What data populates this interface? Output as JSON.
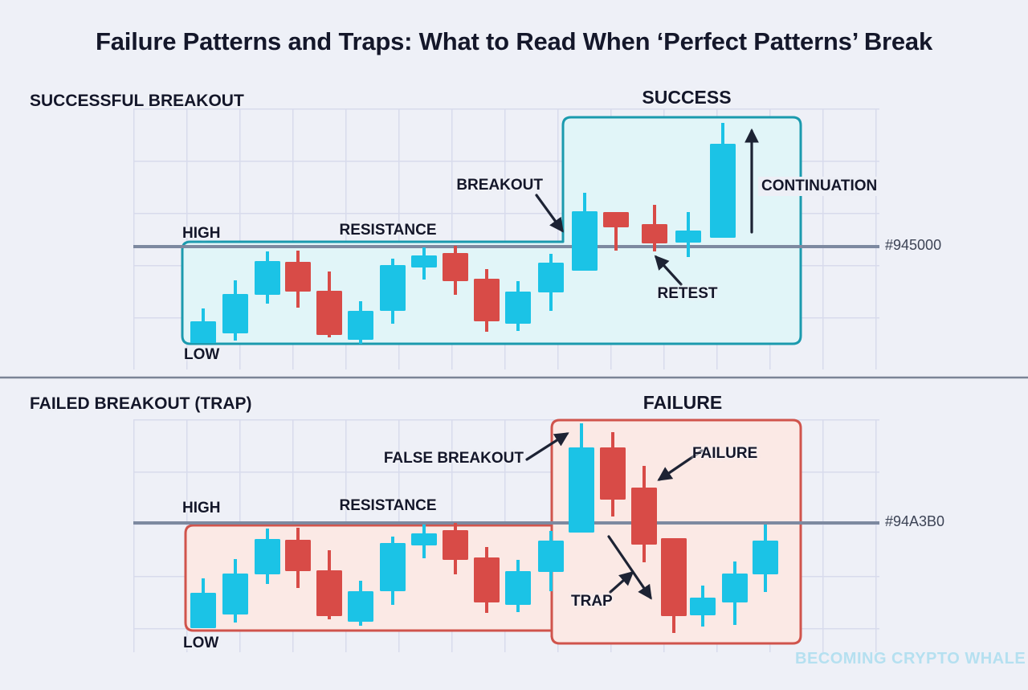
{
  "title": "Failure Patterns and Traps: What to Read When ‘Perfect Patterns’ Break",
  "watermark": "BECOMING CRYPTO WHALE",
  "colors": {
    "background": "#eef0f7",
    "bull": "#1bc3e6",
    "bear": "#d84b47",
    "teal_border": "#1b9aae",
    "cyan_fill": "#e1f5f8",
    "red_border": "#d0544c",
    "pink_fill": "#fbe9e5",
    "level_line": "#7d89a0",
    "grid_line": "#d8dbec",
    "arrow": "#1d2334",
    "divider": "#7b8496",
    "text": "#14172a",
    "level_text": "#3c4355",
    "watermark_color": "#b5e0f0"
  },
  "top_chart": {
    "heading": "SUCCESSFUL BREAKOUT",
    "labels": {
      "high": "HIGH",
      "low": "LOW",
      "resistance": "RESISTANCE",
      "breakout": "BREAKOUT",
      "success": "SUCCESS",
      "retest": "RETEST",
      "continuation": "CONTINUATION"
    },
    "level_label": "#945000",
    "candles": [
      [
        253,
        400,
        427,
        384,
        427,
        "bull"
      ],
      [
        293,
        366,
        415,
        349,
        424,
        "bull"
      ],
      [
        333,
        325,
        367,
        313,
        378,
        "bull"
      ],
      [
        371,
        326,
        363,
        312,
        383,
        "bear"
      ],
      [
        410,
        362,
        417,
        338,
        420,
        "bear"
      ],
      [
        449,
        387,
        423,
        375,
        428,
        "bull"
      ],
      [
        489,
        330,
        387,
        322,
        403,
        "bull"
      ],
      [
        528,
        318,
        333,
        308,
        348,
        "bull"
      ],
      [
        567,
        315,
        350,
        306,
        367,
        "bear"
      ],
      [
        606,
        347,
        400,
        335,
        413,
        "bear"
      ],
      [
        645,
        363,
        403,
        350,
        412,
        "bull"
      ],
      [
        686,
        327,
        364,
        316,
        387,
        "bull"
      ],
      [
        728,
        263,
        337,
        240,
        337,
        "bull"
      ],
      [
        767,
        264,
        283,
        264,
        312,
        "bear"
      ],
      [
        815,
        279,
        303,
        255,
        313,
        "bear"
      ],
      [
        857,
        287,
        302,
        264,
        320,
        "bull"
      ],
      [
        900,
        179,
        296,
        153,
        296,
        "bull"
      ]
    ],
    "arrows": [
      [
        668,
        243,
        700,
        287
      ],
      [
        848,
        354,
        817,
        320
      ],
      [
        936,
        289,
        936,
        163
      ]
    ]
  },
  "bottom_chart": {
    "heading": "FAILED BREAKOUT (TRAP)",
    "labels": {
      "high": "HIGH",
      "low": "LOW",
      "resistance": "RESISTANCE",
      "false_breakout": "FALSE BREAKOUT",
      "failure_title": "FAILURE",
      "failure": "FAILURE",
      "trap": "TRAP"
    },
    "level_label": "#94A3B0",
    "candles": [
      [
        253,
        738,
        782,
        720,
        782,
        "bull"
      ],
      [
        293,
        714,
        765,
        696,
        775,
        "bull"
      ],
      [
        333,
        671,
        715,
        658,
        727,
        "bull"
      ],
      [
        371,
        672,
        711,
        657,
        732,
        "bear"
      ],
      [
        410,
        710,
        767,
        685,
        771,
        "bear"
      ],
      [
        449,
        736,
        774,
        723,
        779,
        "bull"
      ],
      [
        489,
        676,
        736,
        668,
        753,
        "bull"
      ],
      [
        528,
        664,
        679,
        653,
        695,
        "bull"
      ],
      [
        567,
        660,
        697,
        651,
        715,
        "bear"
      ],
      [
        606,
        694,
        750,
        681,
        763,
        "bear"
      ],
      [
        645,
        711,
        753,
        697,
        762,
        "bull"
      ],
      [
        686,
        673,
        712,
        661,
        736,
        "bull"
      ],
      [
        724,
        557,
        663,
        527,
        663,
        "bull"
      ],
      [
        763,
        557,
        622,
        538,
        643,
        "bear"
      ],
      [
        802,
        607,
        678,
        580,
        700,
        "bear"
      ],
      [
        839,
        670,
        767,
        670,
        788,
        "bear"
      ],
      [
        875,
        744,
        766,
        729,
        780,
        "bull"
      ],
      [
        915,
        714,
        750,
        699,
        778,
        "bull"
      ],
      [
        953,
        673,
        715,
        653,
        737,
        "bull"
      ]
    ],
    "arrows": [
      [
        656,
        572,
        706,
        540
      ],
      [
        874,
        561,
        821,
        597
      ],
      [
        758,
        668,
        810,
        744
      ],
      [
        760,
        737,
        787,
        713
      ]
    ]
  }
}
